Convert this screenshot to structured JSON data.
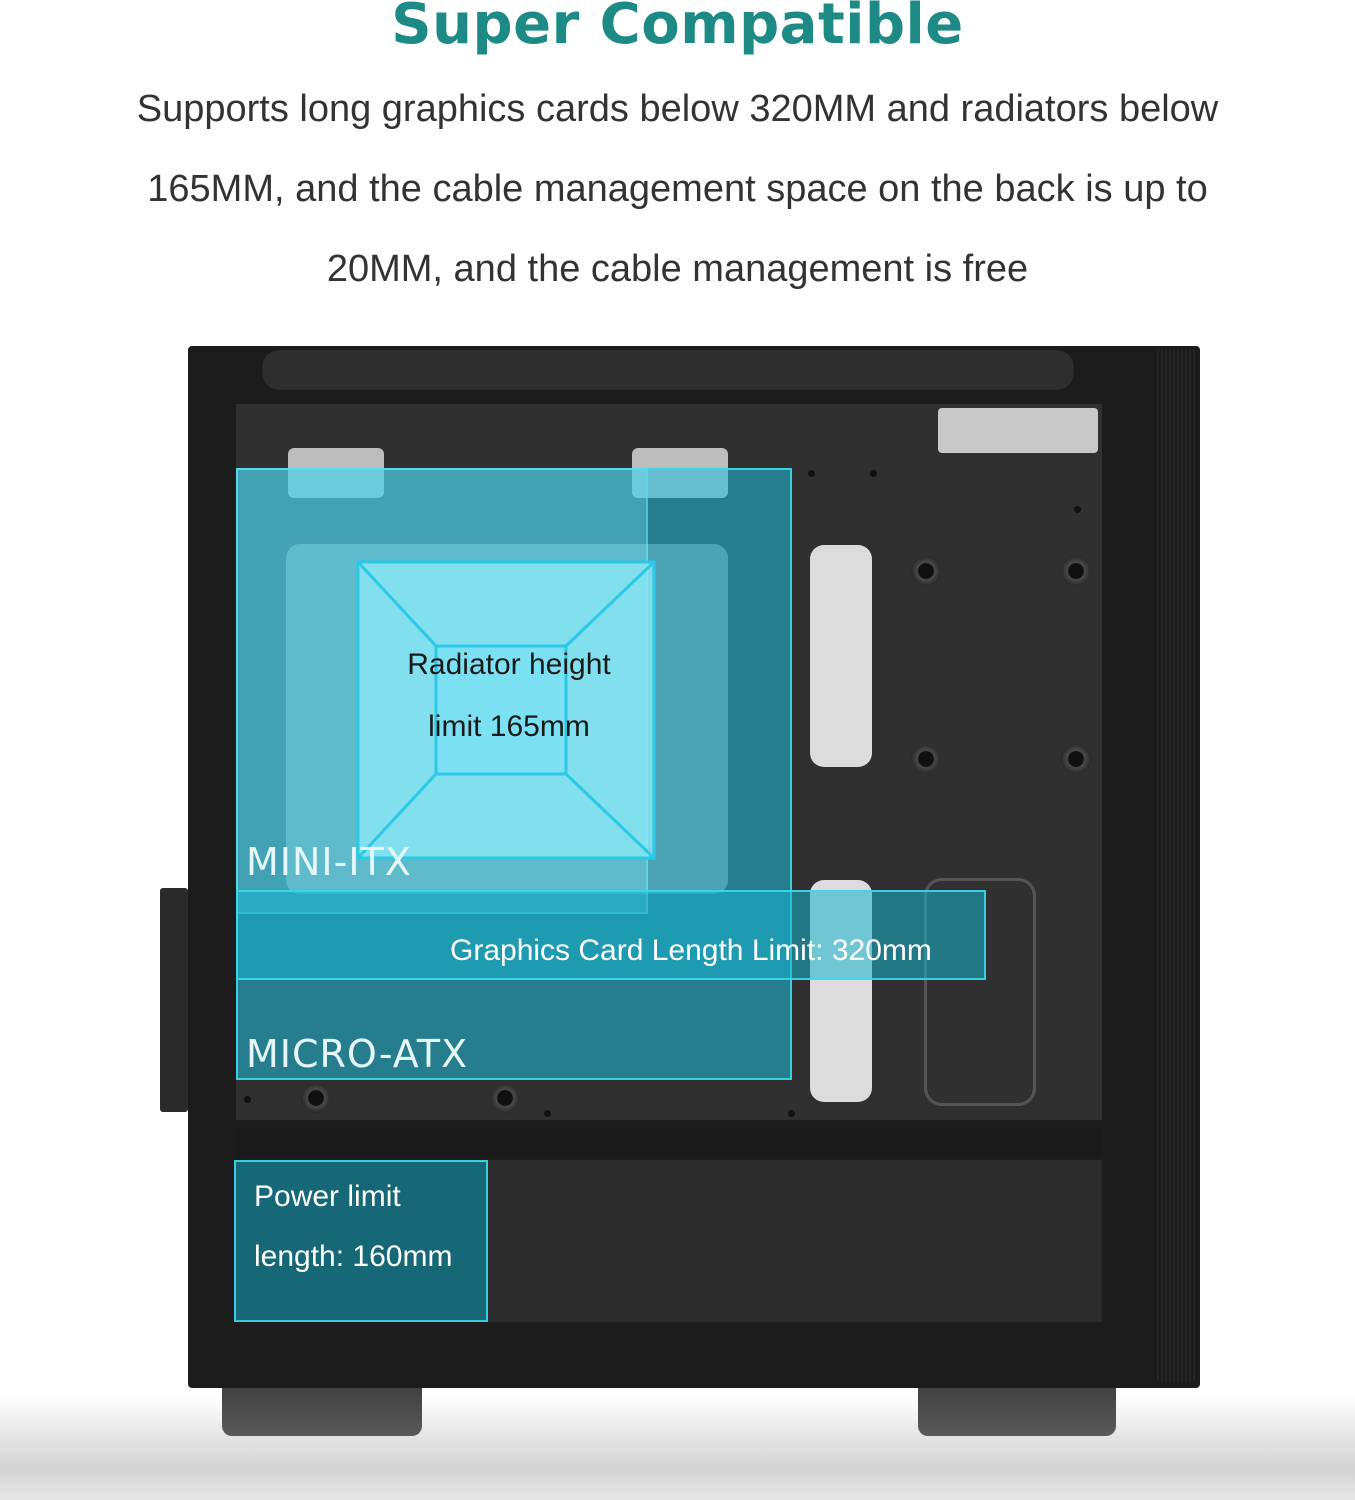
{
  "header": {
    "title": "Super Compatible",
    "description_lines": [
      "Supports long graphics cards below 320MM and radiators below",
      "165MM, and the cable management space on the back is up to",
      "20MM, and the cable management is free"
    ]
  },
  "callouts": {
    "radiator_line1": "Radiator height",
    "radiator_line2": "limit 165mm",
    "mini_itx": "MINI-ITX",
    "graphics_card": "Graphics Card Length Limit: 320mm",
    "micro_atx": "MICRO-ATX",
    "power_line1": "Power limit",
    "power_line2": "length: 160mm"
  },
  "colors": {
    "title": "#1e8a86",
    "overlay_cyan": "#1ebedc",
    "case_body": "#1c1c1c"
  }
}
